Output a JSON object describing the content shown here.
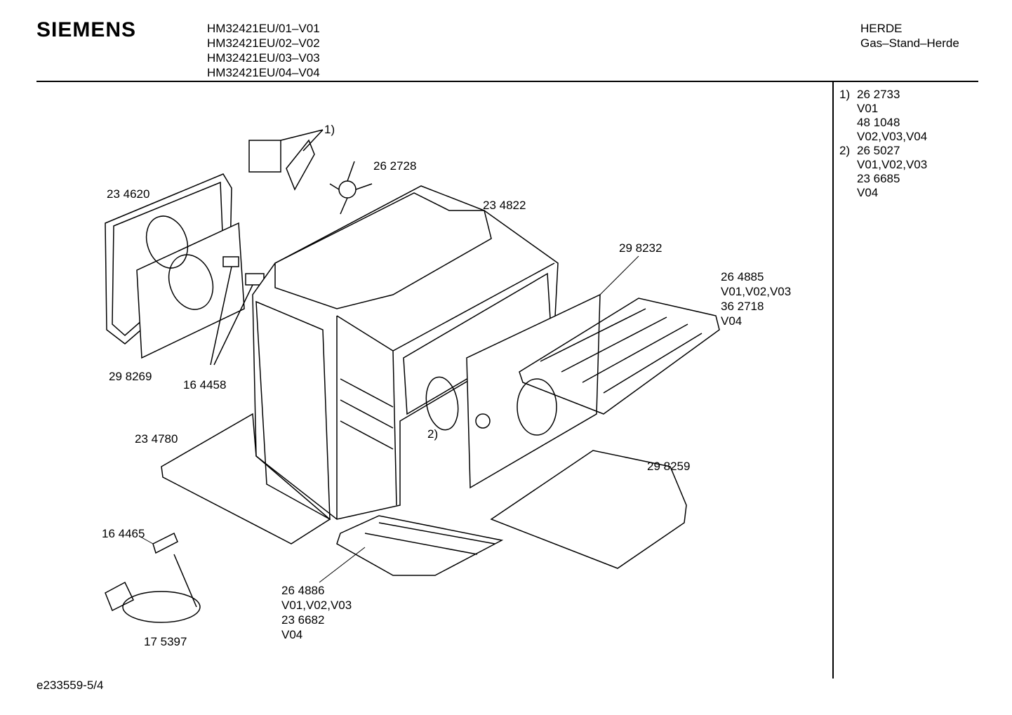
{
  "header": {
    "brand": "SIEMENS",
    "models": [
      "HM32421EU/01–V01",
      "HM32421EU/02–V02",
      "HM32421EU/03–V03",
      "HM32421EU/04–V04"
    ],
    "category": "HERDE",
    "subcategory": "Gas–Stand–Herde"
  },
  "notes": [
    {
      "num": "1)",
      "lines": [
        "26 2733",
        "V01",
        "48 1048",
        "V02,V03,V04"
      ]
    },
    {
      "num": "2)",
      "lines": [
        "26 5027",
        "V01,V02,V03",
        "23 6685",
        "V04"
      ]
    }
  ],
  "parts": {
    "p234620": "23 4620",
    "p298269": "29 8269",
    "p164458": "16 4458",
    "p262728": "26 2728",
    "p234822": "23 4822",
    "p298232": "29 8232",
    "p264885": [
      "26 4885",
      "V01,V02,V03",
      "36 2718",
      "V04"
    ],
    "p234780": "23 4780",
    "p298259": "29 8259",
    "p164465": "16 4465",
    "p264886": [
      "26 4886",
      "V01,V02,V03",
      "23 6682",
      "V04"
    ],
    "p175397": "17 5397",
    "c1": "1)",
    "c2": "2)"
  },
  "footer": "e233559-5/4"
}
